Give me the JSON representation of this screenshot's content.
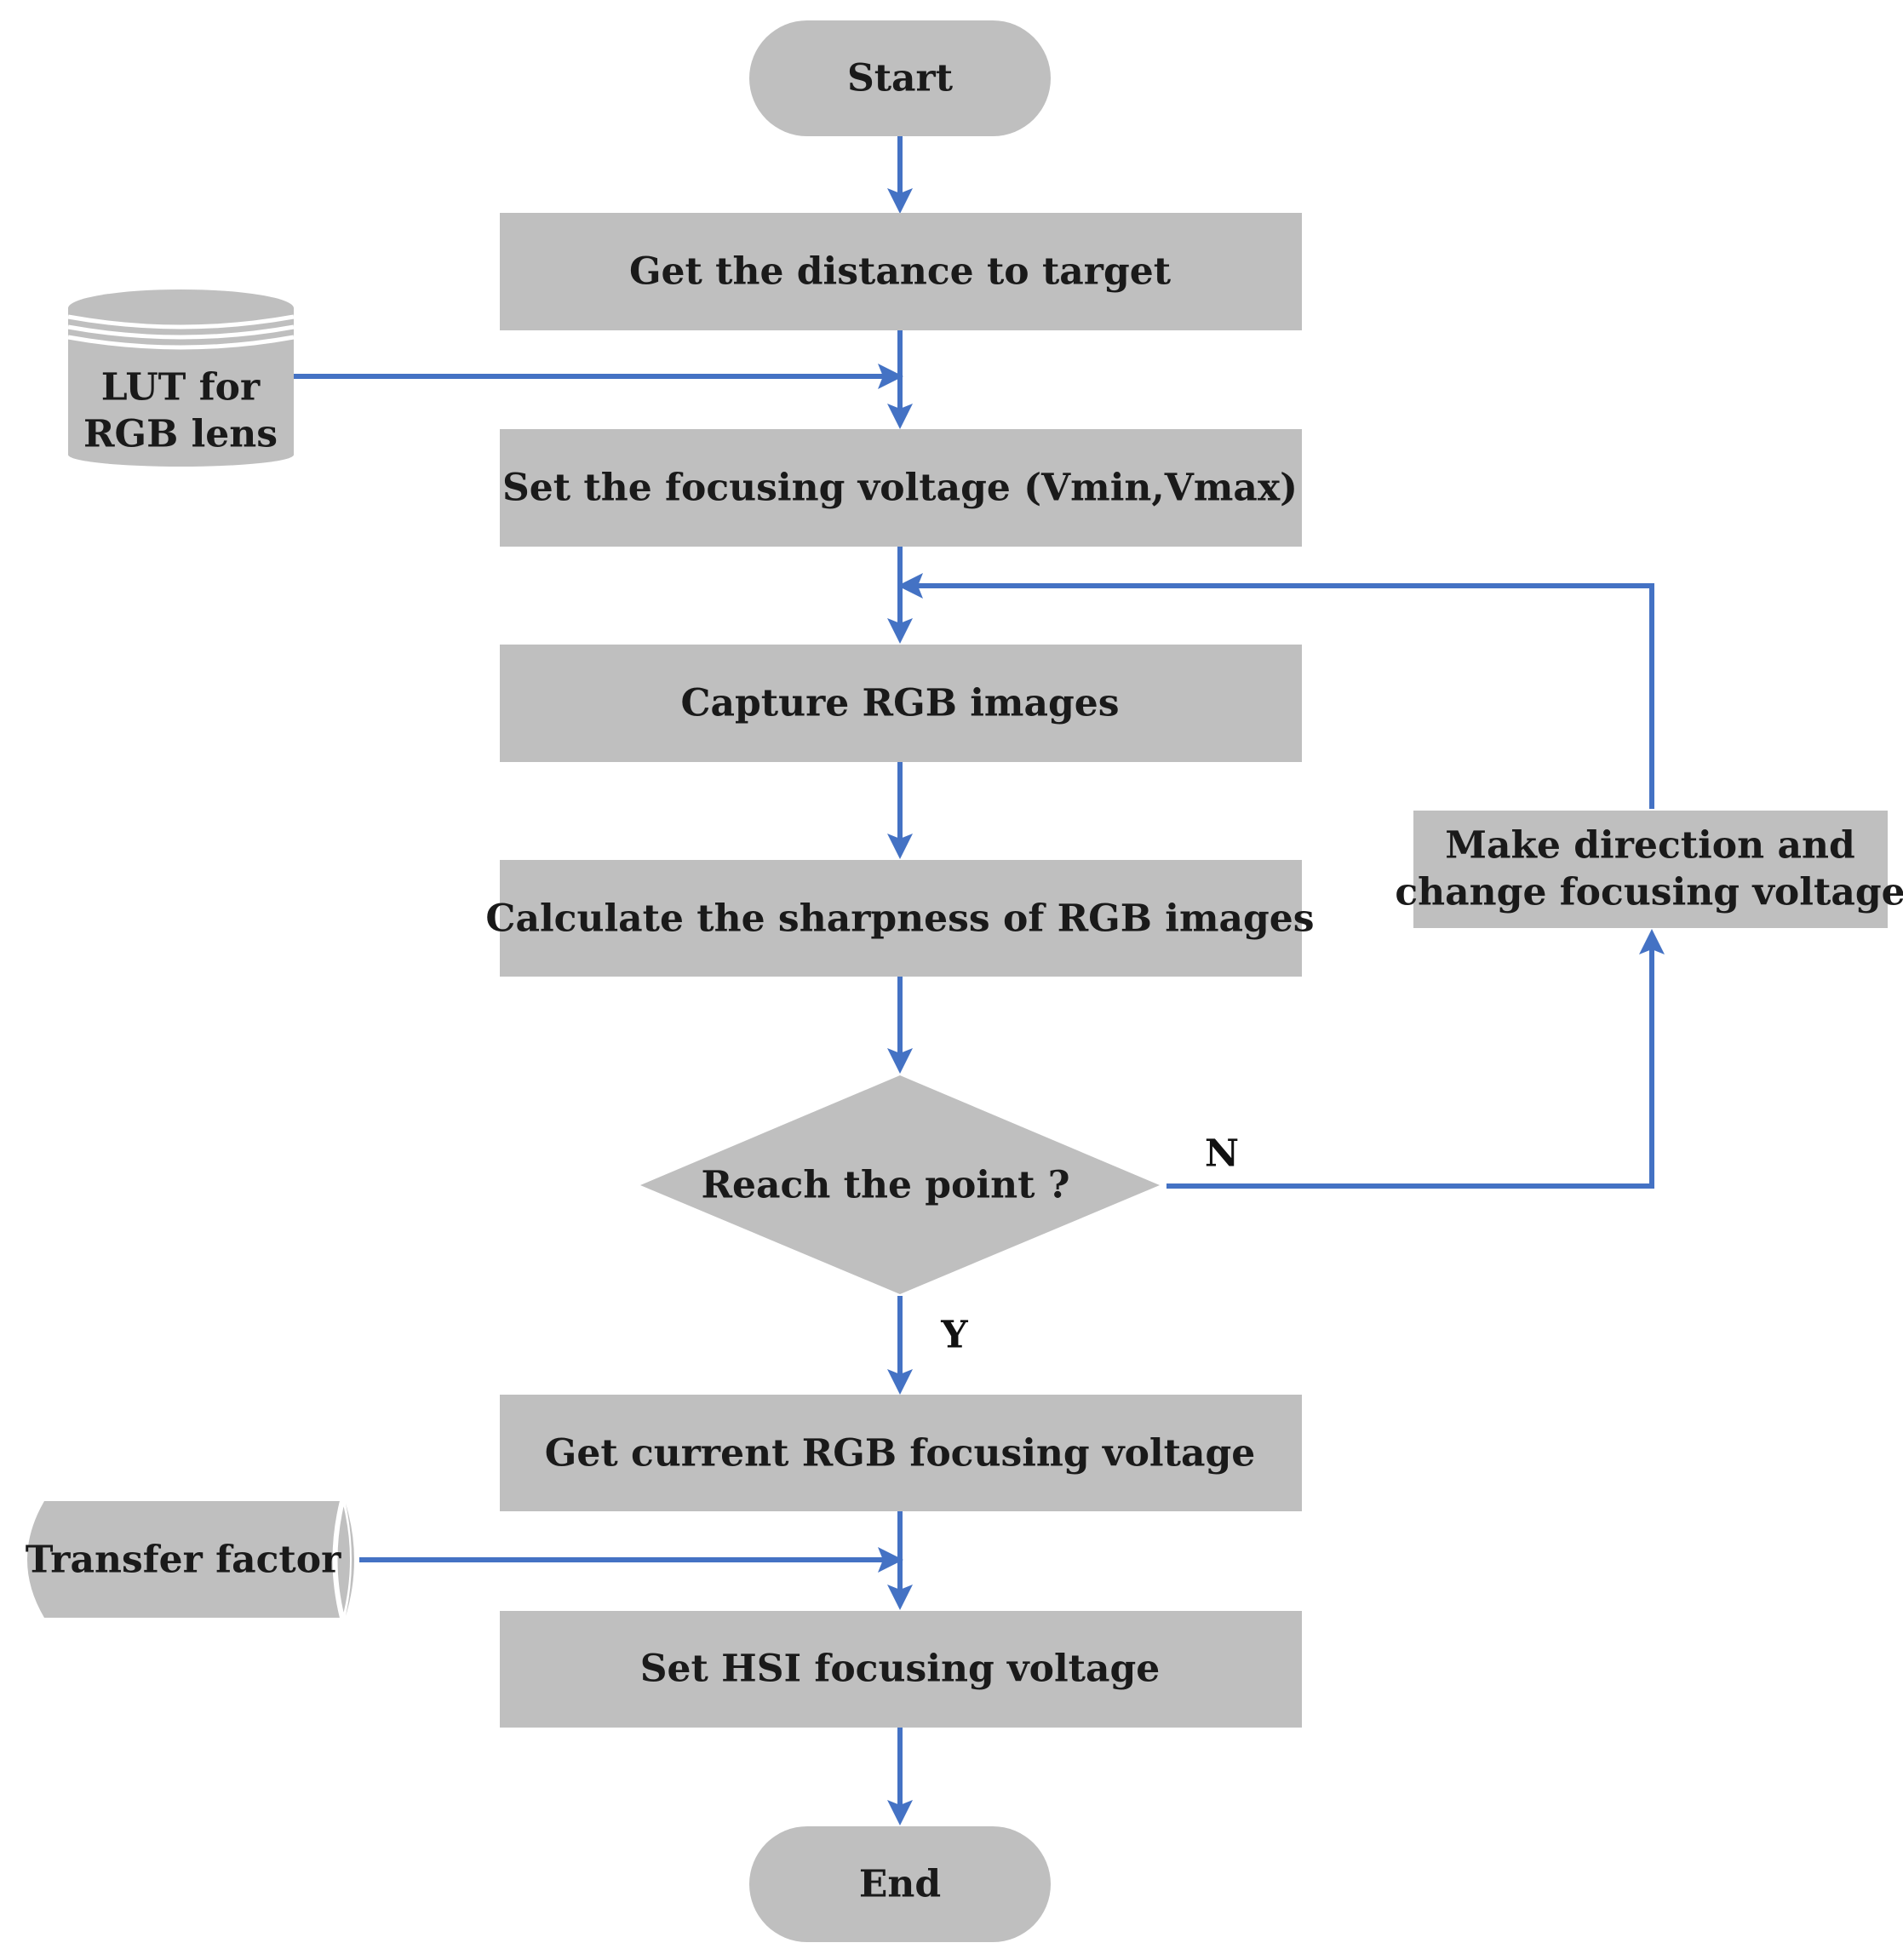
{
  "diagram": {
    "nodes": {
      "start": "Start",
      "get_distance": "Get the distance to target",
      "lut_line1": "LUT for",
      "lut_line2": "RGB lens",
      "set_focusing": "Set the focusing voltage (Vmin,Vmax)",
      "capture": "Capture RGB images",
      "calculate": "Calculate the sharpness of RGB images",
      "make_direction_line1": "Make direction and",
      "make_direction_line2": "change focusing voltage",
      "decision": "Reach the point ?",
      "get_current": "Get current RGB focusing voltage",
      "transfer": "Transfer factor",
      "set_hsi": "Set HSI focusing voltage",
      "end": "End"
    },
    "edge_labels": {
      "no": "N",
      "yes": "Y"
    },
    "colors": {
      "shape_fill": "#bfbfbf",
      "arrow": "#4472c4",
      "text": "#1a1a1a"
    }
  }
}
